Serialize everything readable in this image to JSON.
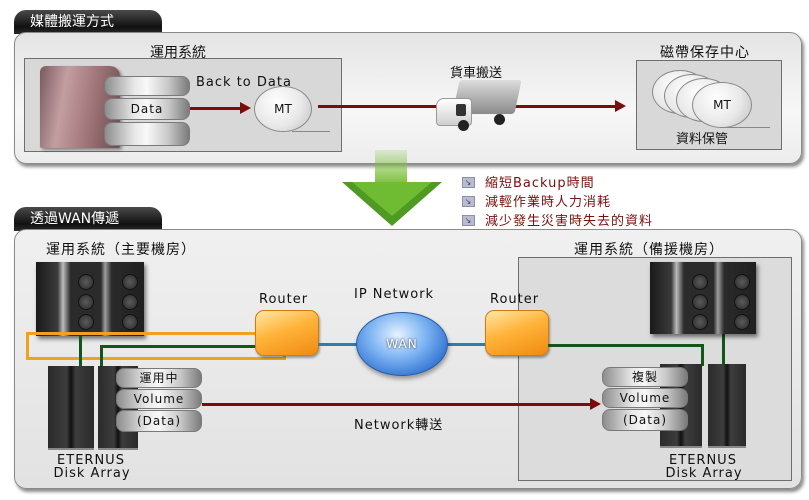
{
  "section1": {
    "tab_title": "媒體搬運方式",
    "ops_system": {
      "title": "運用系統",
      "data_label": "Data",
      "back_to_data": "Back to Data",
      "mt_label": "MT"
    },
    "transport_label": "貨車搬送",
    "tape_center": {
      "title": "磁帶保存中心",
      "mt_label": "MT",
      "caption": "資料保管"
    }
  },
  "benefits": [
    "縮短Backup時間",
    "減輕作業時人力消耗",
    "減少發生災害時失去的資料"
  ],
  "section2": {
    "tab_title": "透過WAN傳遞",
    "primary": {
      "title": "運用系統（主要機房）",
      "volume_lines": [
        "運用中",
        "Volume",
        "(Data)"
      ],
      "array_label_1": "ETERNUS",
      "array_label_2": "Disk Array"
    },
    "router_left": "Router",
    "router_right": "Router",
    "ip_network": "IP Network",
    "wan_label": "WAN",
    "network_transfer": "Network轉送",
    "backup": {
      "title": "運用系統（備援機房）",
      "volume_lines": [
        "複製",
        "Volume",
        "(Data)"
      ],
      "array_label_1": "ETERNUS",
      "array_label_2": "Disk Array"
    }
  },
  "colors": {
    "arrow_red": "#7a0c0c",
    "link_orange": "#f0a21c",
    "link_green": "#14561a",
    "link_blue": "#2d7cb2",
    "benefit_text": "#7a1010",
    "down_arrow_green": "#5aa82a"
  }
}
